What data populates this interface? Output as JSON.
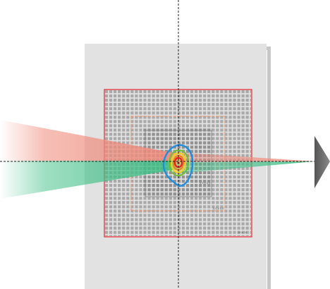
{
  "diagram": {
    "labels": {
      "inner_square": "2.5 x 2.5",
      "middle_square": "5.0 x 5.0",
      "outer_square": "10 x 10"
    },
    "colors": {
      "panel": "#e2e2e2",
      "panel_shadow": "#cfcfcf",
      "grid": "#a9a9a9",
      "outer_square": "#e8323c",
      "middle_square": "#f2a07a",
      "inner_square": "#8c8c8c",
      "crosshair": "#222222",
      "contour_outer": "#1e8fe0",
      "contour_green": "#6fc02e",
      "contour_yellow": "#f2cf1c",
      "contour_orange": "#f07b1e",
      "contour_inner": "#e0242a",
      "beam_red": "#ef8a7a",
      "beam_green": "#3fbf86",
      "arrow": "#6a6a6a"
    },
    "icons": {
      "arrow": "play-triangle-icon",
      "crosshair": "crosshair-icon"
    }
  }
}
